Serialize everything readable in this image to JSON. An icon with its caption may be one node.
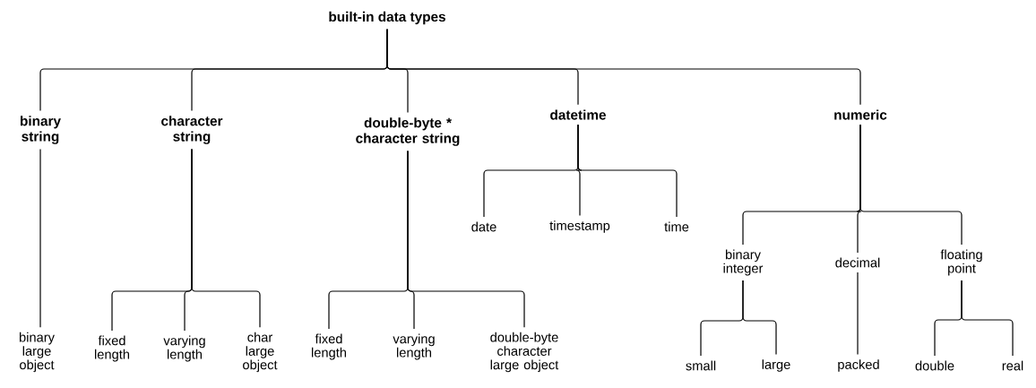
{
  "diagram": {
    "nodes": [
      {
        "text": [
          "built-in data types"
        ]
      },
      {
        "text": [
          "binary string"
        ]
      },
      {
        "text": [
          "character string"
        ]
      },
      {
        "text": [
          "double-byte * character string"
        ]
      },
      {
        "text": [
          "datetime"
        ]
      },
      {
        "text": [
          "numeric"
        ]
      },
      {
        "text": [
          "binary large object"
        ]
      },
      {
        "text": [
          "fixed length"
        ]
      },
      {
        "text": [
          "varying length"
        ]
      },
      {
        "text": [
          "char large object"
        ]
      },
      {
        "text": [
          "fixed length"
        ]
      },
      {
        "text": [
          "varying length"
        ]
      },
      {
        "text": [
          "double-byte character large object"
        ]
      },
      {
        "text": [
          "date"
        ]
      },
      {
        "text": [
          "timestamp"
        ]
      },
      {
        "text": [
          "time"
        ]
      },
      {
        "text": [
          "binary integer"
        ]
      },
      {
        "text": [
          "decimal"
        ]
      },
      {
        "text": [
          "floating point"
        ]
      },
      {
        "text": [
          "small"
        ]
      },
      {
        "text": [
          "large"
        ]
      },
      {
        "text": [
          "packed"
        ]
      },
      {
        "text": [
          "double"
        ]
      },
      {
        "text": [
          "real"
        ]
      }
    ],
    "edges": [
      {
        "from": 0,
        "to": 1,
        "arrow": "none"
      },
      {
        "from": 0,
        "to": 2,
        "arrow": "none"
      },
      {
        "from": 0,
        "to": 3,
        "arrow": "none"
      },
      {
        "from": 0,
        "to": 4,
        "arrow": "none"
      },
      {
        "from": 0,
        "to": 5,
        "arrow": "none"
      },
      {
        "from": 1,
        "to": 6,
        "arrow": "none"
      },
      {
        "from": 2,
        "to": 7,
        "arrow": "none"
      },
      {
        "from": 2,
        "to": 8,
        "arrow": "none"
      },
      {
        "from": 2,
        "to": 9,
        "arrow": "none"
      },
      {
        "from": 3,
        "to": 10,
        "arrow": "none"
      },
      {
        "from": 3,
        "to": 11,
        "arrow": "none"
      },
      {
        "from": 3,
        "to": 12,
        "arrow": "none"
      },
      {
        "from": 4,
        "to": 13,
        "arrow": "none"
      },
      {
        "from": 4,
        "to": 14,
        "arrow": "none"
      },
      {
        "from": 4,
        "to": 15,
        "arrow": "none"
      },
      {
        "from": 5,
        "to": 16,
        "arrow": "none"
      },
      {
        "from": 5,
        "to": 17,
        "arrow": "none"
      },
      {
        "from": 5,
        "to": 18,
        "arrow": "none"
      },
      {
        "from": 16,
        "to": 19,
        "arrow": "none"
      },
      {
        "from": 16,
        "to": 20,
        "arrow": "none"
      },
      {
        "from": 17,
        "to": 21,
        "arrow": "none"
      },
      {
        "from": 18,
        "to": 22,
        "arrow": "none"
      },
      {
        "from": 18,
        "to": 23,
        "arrow": "none"
      }
    ]
  }
}
